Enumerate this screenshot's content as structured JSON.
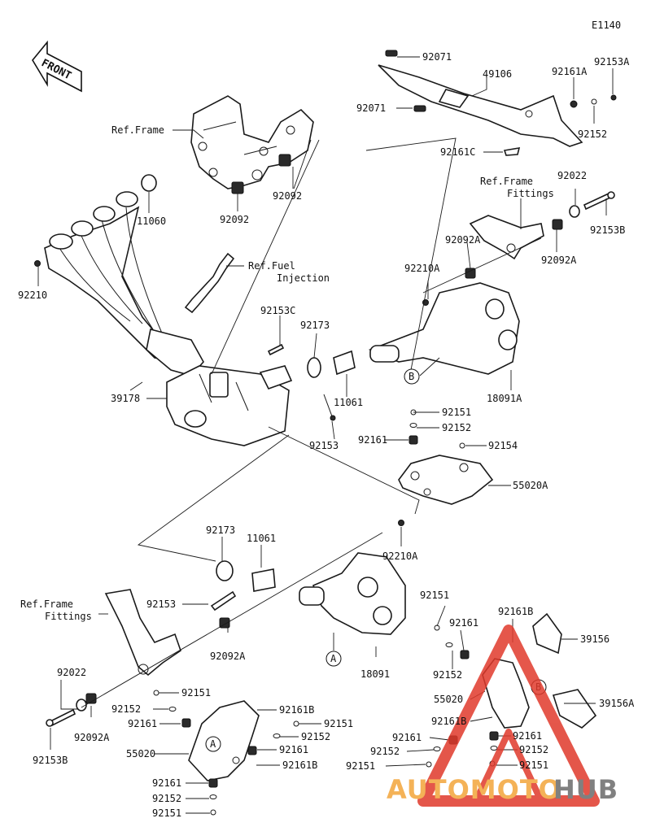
{
  "diagram_code": "E1140",
  "front_label": "FRONT",
  "callouts": {
    "92071_a": "92071",
    "49106": "49106",
    "92161A": "92161A",
    "92153A": "92153A",
    "92071_b": "92071",
    "92152_top": "92152",
    "92161C": "92161C",
    "ref_frame": "Ref.Frame",
    "ref_frame_fittings_1": "Ref.Frame",
    "fittings_1": "Fittings",
    "92022_top": "92022",
    "92153B_top": "92153B",
    "92092_right": "92092",
    "11060": "11060",
    "92092_left": "92092",
    "92092A_top": "92092A",
    "92092A_mid": "92092A",
    "92210": "92210",
    "ref_fuel": "Ref.Fuel",
    "injection": "Injection",
    "92210A_top": "92210A",
    "92153C": "92153C",
    "92173_top": "92173",
    "11061_top": "11061",
    "18091A": "18091A",
    "39178": "39178",
    "92153_mid": "92153",
    "marker_B_top": "B",
    "92151_r1": "92151",
    "92152_r1": "92152",
    "92161_r1": "92161",
    "92154": "92154",
    "55020A": "55020A",
    "92173_bot": "92173",
    "11061_bot": "11061",
    "92210A_bot": "92210A",
    "ref_frame_fittings_2": "Ref.Frame",
    "fittings_2": "Fittings",
    "92153_bot": "92153",
    "92092A_bot": "92092A",
    "18091": "18091",
    "marker_A_mid": "A",
    "92022_bot": "92022",
    "92092A_bot2": "92092A",
    "92153B_bot": "92153B",
    "92151_br_a": "92151",
    "92161_br_a": "92161",
    "92161B_br_a": "92161B",
    "39156": "39156",
    "92152_br_a": "92152",
    "55020_br": "55020",
    "marker_B_br": "B",
    "39156A": "39156A",
    "92161B_br_b": "92161B",
    "92161_br_b": "92161",
    "92161_br_c": "92161",
    "92152_br_b": "92152",
    "92152_br_c": "92152",
    "92151_br_b": "92151",
    "92151_br_c": "92151",
    "92151_bl_a": "92151",
    "92152_bl_a": "92152",
    "92161_bl_a": "92161",
    "55020_bl": "55020",
    "92161B_bl_a": "92161B",
    "92151_bl_b": "92151",
    "92152_bl_b": "92152",
    "92161_bl_b": "92161",
    "92161B_bl_b": "92161B",
    "marker_A_bl": "A",
    "92161_bl_c": "92161",
    "92152_bl_c": "92152",
    "92151_bl_c": "92151"
  },
  "watermark": {
    "part1": "AUTOMOTO",
    "part2": "HUB",
    "color1": "#f3a53a",
    "color2": "#6b6b6b",
    "triangle_color": "#e0392b"
  }
}
